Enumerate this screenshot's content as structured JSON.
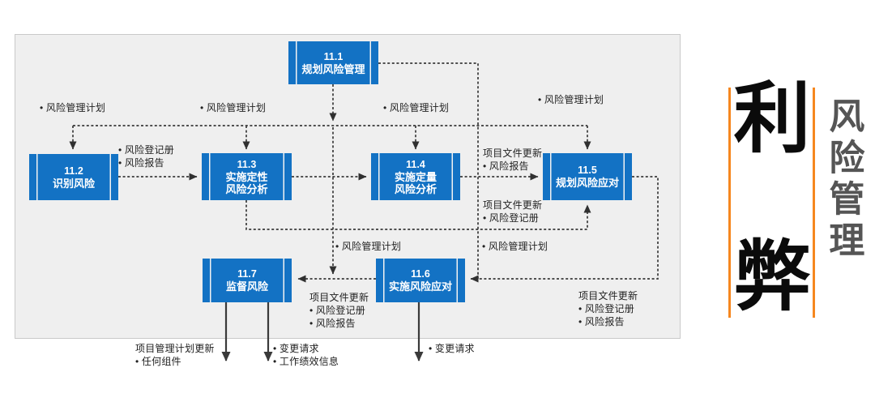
{
  "diagram": {
    "colors": {
      "process_fill": "#1372c4",
      "panel_bg": "#efefef",
      "connector": "#3a3a3a"
    },
    "processes": [
      {
        "id": "11.1",
        "name": "规划风险管理"
      },
      {
        "id": "11.2",
        "name": "识别风险"
      },
      {
        "id": "11.3",
        "name": "实施定性\n风险分析"
      },
      {
        "id": "11.4",
        "name": "实施定量\n风险分析"
      },
      {
        "id": "11.5",
        "name": "规划风险应对"
      },
      {
        "id": "11.6",
        "name": "实施风险应对"
      },
      {
        "id": "11.7",
        "name": "监督风险"
      }
    ],
    "labels": [
      {
        "text": "• 风险管理计划"
      },
      {
        "text": "• 风险管理计划"
      },
      {
        "text": "• 风险管理计划"
      },
      {
        "text": "• 风险管理计划"
      },
      {
        "text": "• 风险登记册\n• 风险报告"
      },
      {
        "text": "项目文件更新\n• 风险报告"
      },
      {
        "text": "项目文件更新\n• 风险登记册"
      },
      {
        "text": "• 风险管理计划"
      },
      {
        "text": "• 风险管理计划"
      },
      {
        "text": "项目文件更新\n• 风险登记册\n• 风险报告"
      },
      {
        "text": "项目文件更新\n• 风险登记册\n• 风险报告"
      },
      {
        "text": "项目管理计划更新\n• 任何组件"
      },
      {
        "text": "• 变更请求\n• 工作绩效信息"
      },
      {
        "text": "• 变更请求"
      }
    ]
  },
  "sidebar": {
    "pro_char": "利",
    "con_char": "弊",
    "vertical_title": "风险管理",
    "accent_color": "#f6871f"
  }
}
